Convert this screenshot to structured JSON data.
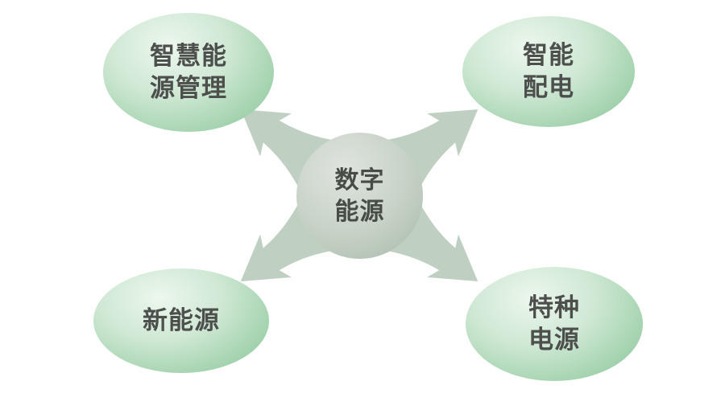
{
  "diagram": {
    "center": {
      "line1": "数字",
      "line2": "能源"
    },
    "nodes": [
      {
        "id": "smart-energy-management",
        "line1": "智慧能",
        "line2": "源管理"
      },
      {
        "id": "smart-power-distribution",
        "line1": "智能",
        "line2": "配电"
      },
      {
        "id": "new-energy",
        "line1": "新能源",
        "line2": ""
      },
      {
        "id": "special-power-supply",
        "line1": "特种",
        "line2": "电源"
      }
    ],
    "colors": {
      "node_green_light": "#edf7ee",
      "node_green_dark": "#85c094",
      "center_gray_light": "#e0e4df",
      "center_gray_dark": "#a6b8a8",
      "arrow_light": "#f5f5f5",
      "arrow_dark": "#c0d1c4",
      "text": "#4d4f4d",
      "background": "#ffffff"
    }
  }
}
